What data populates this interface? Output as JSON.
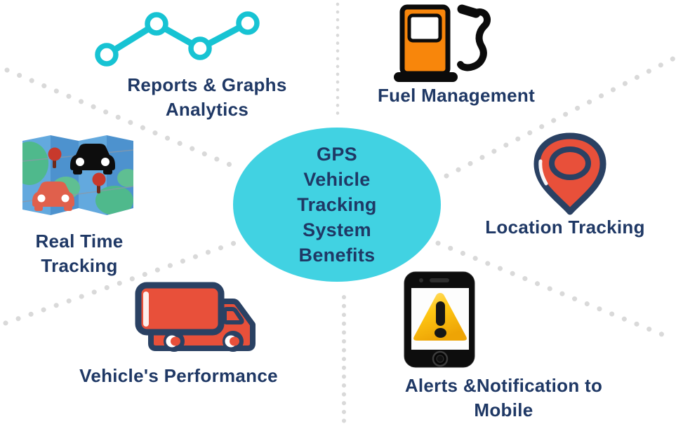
{
  "title": "GPS Vehicle Tracking System Benefits",
  "center_circle": {
    "lines": [
      "GPS",
      "Vehicle",
      "Tracking",
      "System",
      "Benefits"
    ]
  },
  "benefits": [
    {
      "icon": "line-chart",
      "label_lines": [
        "Reports & Graphs",
        "Analytics"
      ]
    },
    {
      "icon": "fuel-pump",
      "label_lines": [
        "Fuel Management"
      ]
    },
    {
      "icon": "map-with-vehicles",
      "label_lines": [
        "Real Time",
        "Tracking"
      ]
    },
    {
      "icon": "location-pin",
      "label_lines": [
        "Location Tracking"
      ]
    },
    {
      "icon": "delivery-truck",
      "label_lines": [
        "Vehicle's Performance"
      ]
    },
    {
      "icon": "mobile-alert",
      "label_lines": [
        "Alerts &Notification to",
        "Mobile"
      ]
    }
  ],
  "colors": {
    "circle_teal": "#41D2E2",
    "icon_teal": "#17C3D3",
    "navy_text": "#1F3865",
    "navy_outline": "#2A4163",
    "pump_orange": "#F8860B",
    "red_orange": "#E8503A",
    "car_red": "#E0604C",
    "alert_yellow": "#FFC713",
    "map_blue_light": "#63A9DE",
    "map_blue_dark": "#4D92CE",
    "map_green": "#4FB98C",
    "dot_gray": "#D9D9D9",
    "black": "#0d0d0d"
  }
}
